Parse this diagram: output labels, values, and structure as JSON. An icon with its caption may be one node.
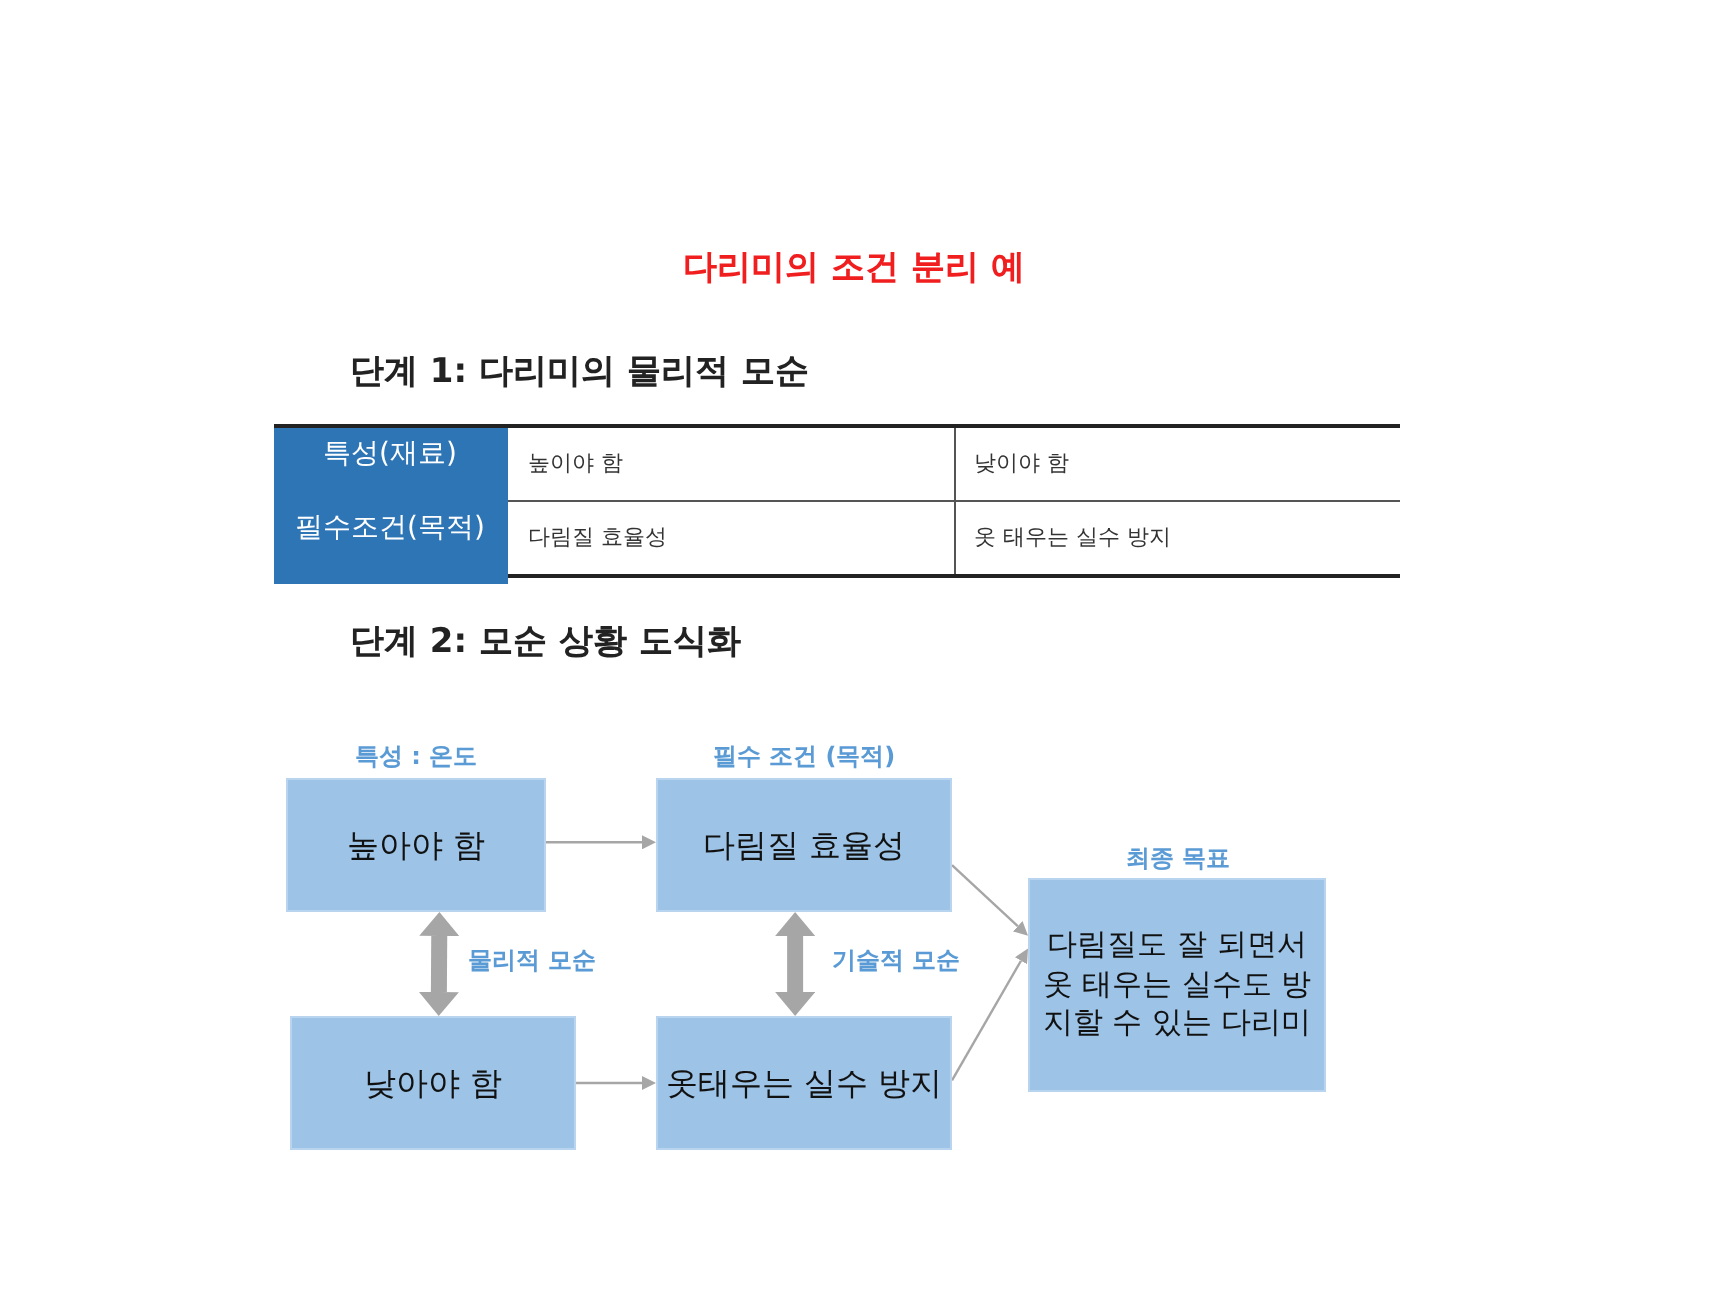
{
  "diagram": {
    "title": "다리미의 조건 분리 예",
    "nodes": [
      {
        "text": [
          "높아야 함"
        ],
        "beside": [
          "특성 : 온도"
        ]
      },
      {
        "text": [
          "다림질 효율성"
        ],
        "beside": [
          "필수 조건 (목적)"
        ]
      },
      {
        "text": [
          "낮아야 함"
        ]
      },
      {
        "text": [
          "옷태우는 실수 방지"
        ]
      },
      {
        "text": [
          "다림질도 잘 되면서 옷 태우는 실수도 방지할 수 있는 다리미"
        ],
        "beside": [
          "최종 목표"
        ]
      }
    ],
    "edges": [
      {
        "from": 0,
        "to": 1,
        "arrow": "to"
      },
      {
        "from": 2,
        "to": 3,
        "arrow": "to"
      },
      {
        "from": 1,
        "to": 4,
        "arrow": "to"
      },
      {
        "from": 3,
        "to": 4,
        "arrow": "to"
      },
      {
        "from": 0,
        "to": 2,
        "arrow": "both",
        "label": "물리적 모순",
        "style": "thick"
      },
      {
        "from": 1,
        "to": 3,
        "arrow": "both",
        "label": "기술적 모순",
        "style": "thick"
      }
    ],
    "labels": [
      "단계 1: 다리미의 물리적 모순",
      "특성(재료)",
      "높이야 함",
      "낮이야 함",
      "필수조건(목적)",
      "다림질 효율성",
      "옷 태우는 실수 방지",
      "단계 2: 모순 상황 도식화"
    ]
  }
}
